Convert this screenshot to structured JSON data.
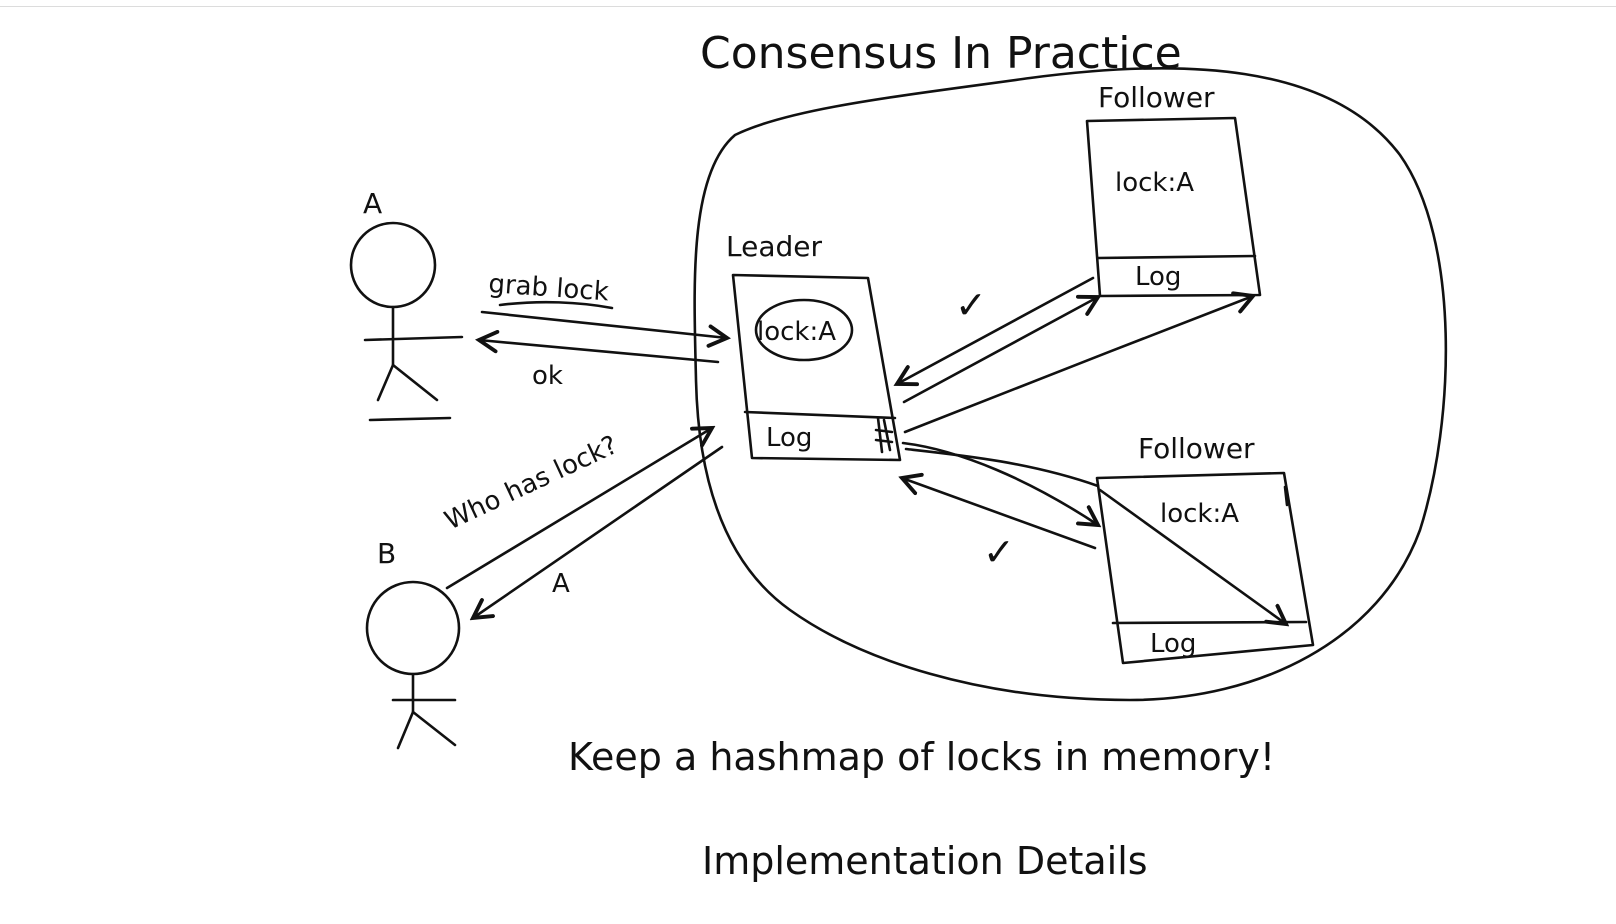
{
  "title": "Consensus In Practice",
  "client_a": {
    "label": "A"
  },
  "client_b": {
    "label": "B"
  },
  "messages": {
    "grab_lock": "grab lock",
    "ok": "ok",
    "who_has_lock": "Who has lock?",
    "reply_a": "A"
  },
  "leader": {
    "label": "Leader",
    "state": "lock:A",
    "log": "Log"
  },
  "followers": [
    {
      "label": "Follower",
      "state": "lock:A",
      "log": "Log"
    },
    {
      "label": "Follower",
      "state": "lock:A",
      "log": "Log"
    }
  ],
  "acks": [
    "✓",
    "✓"
  ],
  "caption": "Keep a hashmap of locks in memory!",
  "footer": "Implementation Details"
}
